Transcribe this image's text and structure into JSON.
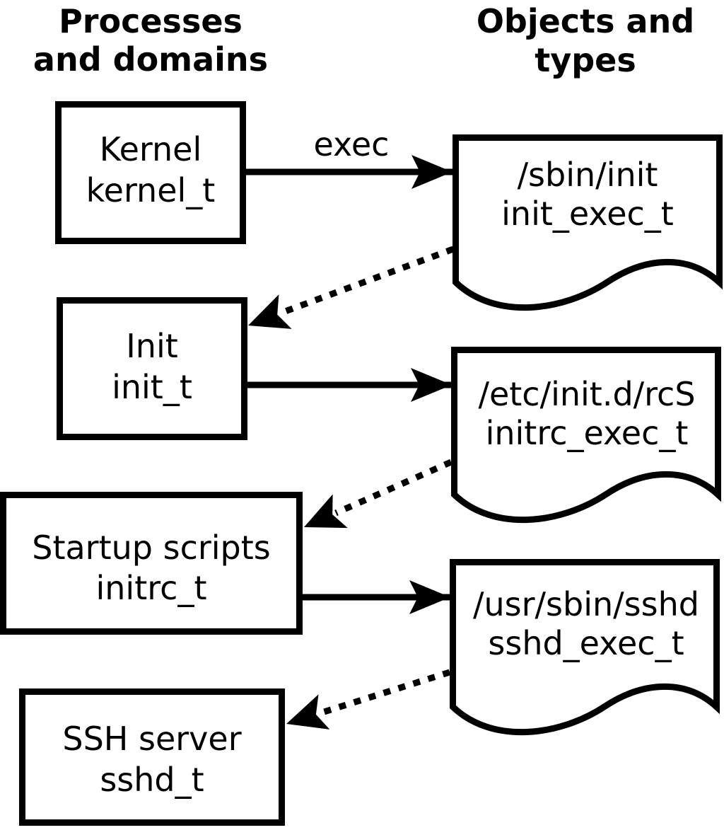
{
  "headers": {
    "left": {
      "line1": "Processes",
      "line2": "and domains"
    },
    "right": {
      "line1": "Objects and",
      "line2": "types"
    }
  },
  "process_nodes": [
    {
      "id": "kernel_t",
      "line1": "Kernel",
      "line2": "kernel_t"
    },
    {
      "id": "init_t",
      "line1": "Init",
      "line2": "init_t"
    },
    {
      "id": "initrc_t",
      "line1": "Startup scripts",
      "line2": "initrc_t"
    },
    {
      "id": "sshd_t",
      "line1": "SSH server",
      "line2": "sshd_t"
    }
  ],
  "object_nodes": [
    {
      "id": "init_exec_t",
      "line1": "/sbin/init",
      "line2": "init_exec_t"
    },
    {
      "id": "initrc_exec_t",
      "line1": "/etc/init.d/rcS",
      "line2": "initrc_exec_t"
    },
    {
      "id": "sshd_exec_t",
      "line1": "/usr/sbin/sshd",
      "line2": "sshd_exec_t"
    }
  ],
  "edges": [
    {
      "from": "kernel_t",
      "to": "init_exec_t",
      "style": "solid",
      "label": "exec"
    },
    {
      "from": "init_exec_t",
      "to": "init_t",
      "style": "dotted",
      "label": ""
    },
    {
      "from": "init_t",
      "to": "initrc_exec_t",
      "style": "solid",
      "label": ""
    },
    {
      "from": "initrc_exec_t",
      "to": "initrc_t",
      "style": "dotted",
      "label": ""
    },
    {
      "from": "initrc_t",
      "to": "sshd_exec_t",
      "style": "solid",
      "label": ""
    },
    {
      "from": "sshd_exec_t",
      "to": "sshd_t",
      "style": "dotted",
      "label": ""
    }
  ],
  "colors": {
    "ink": "#000000",
    "background": "#ffffff"
  }
}
